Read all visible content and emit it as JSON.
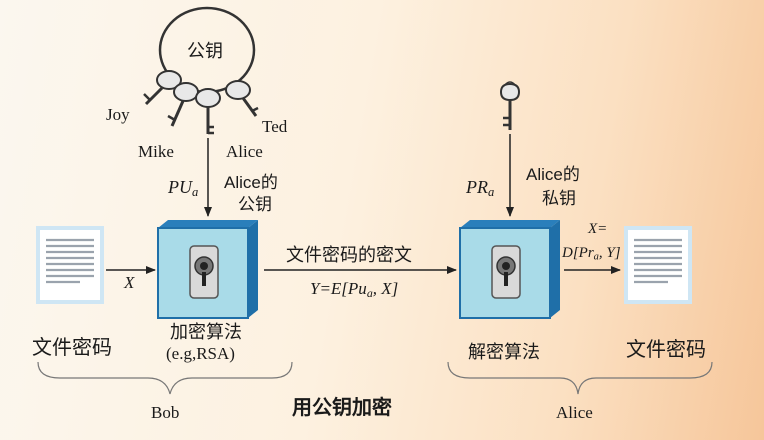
{
  "diagram": {
    "public_key_ring": {
      "title": "公钥",
      "key_owners": [
        "Joy",
        "Mike",
        "Alice",
        "Ted"
      ]
    },
    "sender": {
      "plaintext_label": "文件密码",
      "input_symbol": "X",
      "key_symbol_main": "PU",
      "key_symbol_sub": "a",
      "key_desc_line1": "Alice的",
      "key_desc_line2": "公钥",
      "algorithm_label": "加密算法",
      "algorithm_example": "(e.g,RSA)",
      "brace_label": "Bob"
    },
    "channel": {
      "label": "文件密码的密文",
      "formula_prefix": "Y=E[Pu",
      "formula_sub": "a",
      "formula_suffix": ", X]"
    },
    "receiver": {
      "key_symbol_main": "PR",
      "key_symbol_sub": "a",
      "key_desc_line1": "Alice的",
      "key_desc_line2": "私钥",
      "algorithm_label": "解密算法",
      "output_line1": "X=",
      "output_line2_prefix": "D[Pr",
      "output_line2_sub": "a",
      "output_line2_suffix": ", Y]",
      "plaintext_label": "文件密码",
      "brace_label": "Alice"
    },
    "caption": "用公钥加密",
    "colors": {
      "box_face": "#a9dbe8",
      "box_side": "#1f6fa8",
      "arrow": "#222222",
      "text": "#1a1a1a"
    }
  }
}
